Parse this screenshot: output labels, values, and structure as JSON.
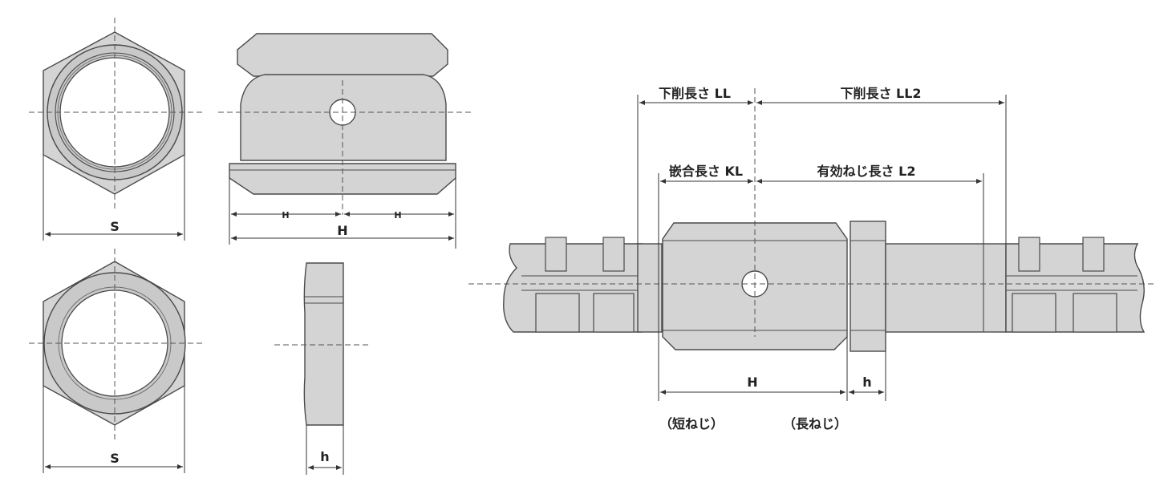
{
  "labels": {
    "s_top": "S",
    "s_bottom": "S",
    "h_left": "H",
    "h_right": "H",
    "h_total": "H",
    "h_side": "h",
    "ll": "下削長さ LL",
    "ll2": "下削長さ LL2",
    "kl": "嵌合長さ KL",
    "l2": "有効ねじ長さ L2",
    "h_coupler": "H",
    "h_locknut": "h",
    "short_thread": "（短ねじ）",
    "long_thread": "（長ねじ）"
  },
  "colors": {
    "fill": "#d4d4d4",
    "line": "#4a4a4a",
    "background": "#ffffff"
  }
}
